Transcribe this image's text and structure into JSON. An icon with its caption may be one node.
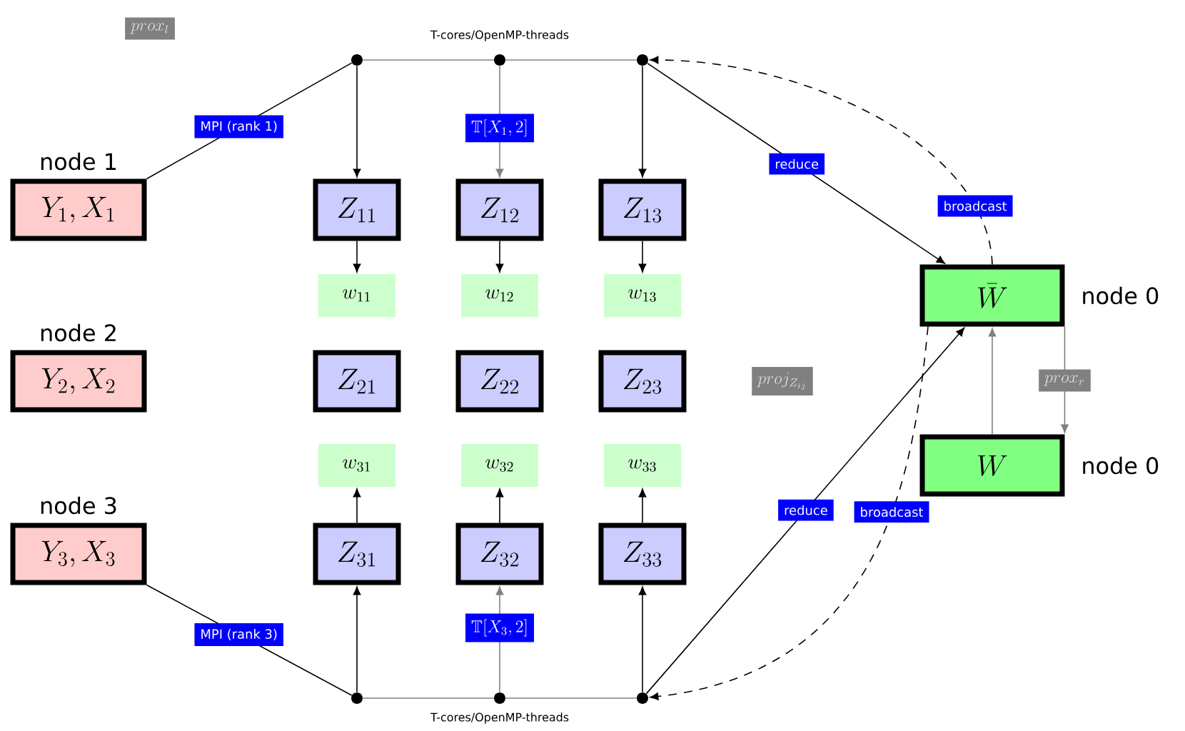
{
  "diagram": {
    "nodes": [
      {
        "text": [],
        "shape": "circle"
      },
      {
        "text": [],
        "shape": "circle"
      },
      {
        "text": [],
        "shape": "circle"
      },
      {
        "text": [
          "Y_1, X_1"
        ],
        "beside": [
          "node 1"
        ]
      },
      {
        "text": [
          "Z_{11}"
        ]
      },
      {
        "text": [
          "Z_{12}"
        ]
      },
      {
        "text": [
          "Z_{13}"
        ]
      },
      {
        "text": [
          "w_{11}"
        ]
      },
      {
        "text": [
          "w_{12}"
        ]
      },
      {
        "text": [
          "w_{13}"
        ]
      },
      {
        "text": [
          "\\bar{W}"
        ],
        "beside": [
          "node 0"
        ]
      },
      {
        "text": [
          "Y_2, X_2"
        ],
        "beside": [
          "node 2"
        ]
      },
      {
        "text": [
          "Z_{21}"
        ]
      },
      {
        "text": [
          "Z_{22}"
        ]
      },
      {
        "text": [
          "Z_{23}"
        ]
      },
      {
        "text": [
          "w_{31}"
        ]
      },
      {
        "text": [
          "w_{32}"
        ]
      },
      {
        "text": [
          "w_{33}"
        ]
      },
      {
        "text": [
          "W"
        ],
        "beside": [
          "node 0"
        ]
      },
      {
        "text": [
          "Y_3, X_3"
        ],
        "beside": [
          "node 3"
        ]
      },
      {
        "text": [
          "Z_{31}"
        ]
      },
      {
        "text": [
          "Z_{32}"
        ]
      },
      {
        "text": [
          "Z_{33}"
        ]
      },
      {
        "text": [],
        "shape": "circle"
      },
      {
        "text": [],
        "shape": "circle"
      },
      {
        "text": [],
        "shape": "circle"
      }
    ],
    "edges": [
      {
        "from": 3,
        "to": 0,
        "arrow": "none",
        "label": "MPI (rank 1)"
      },
      {
        "from": 0,
        "to": 1,
        "arrow": "none",
        "color": "#808080"
      },
      {
        "from": 1,
        "to": 2,
        "arrow": "none",
        "color": "#808080"
      },
      {
        "from": 0,
        "to": 4,
        "arrow": "to"
      },
      {
        "from": 1,
        "to": 5,
        "arrow": "to",
        "color": "#808080",
        "label": "\\mathbb{T}[X_1, 2]"
      },
      {
        "from": 2,
        "to": 6,
        "arrow": "to"
      },
      {
        "from": 4,
        "to": 7,
        "arrow": "to"
      },
      {
        "from": 5,
        "to": 8,
        "arrow": "to"
      },
      {
        "from": 6,
        "to": 9,
        "arrow": "to"
      },
      {
        "from": 2,
        "to": 10,
        "arrow": "to",
        "label": "reduce"
      },
      {
        "from": 10,
        "to": 2,
        "arrow": "to",
        "style": "dashed",
        "label": "broadcast"
      },
      {
        "from": 10,
        "to": 18,
        "arrow": "to",
        "color": "#808080",
        "label": "prox_r"
      },
      {
        "from": 18,
        "to": 10,
        "arrow": "to",
        "color": "#808080"
      },
      {
        "from": 20,
        "to": 15,
        "arrow": "to"
      },
      {
        "from": 21,
        "to": 16,
        "arrow": "to"
      },
      {
        "from": 22,
        "to": 17,
        "arrow": "to"
      },
      {
        "from": 23,
        "to": 20,
        "arrow": "to"
      },
      {
        "from": 24,
        "to": 21,
        "arrow": "to",
        "color": "#808080",
        "label": "\\mathbb{T}[X_3, 2]"
      },
      {
        "from": 25,
        "to": 22,
        "arrow": "to"
      },
      {
        "from": 23,
        "to": 24,
        "arrow": "none",
        "color": "#808080"
      },
      {
        "from": 24,
        "to": 25,
        "arrow": "none",
        "color": "#808080"
      },
      {
        "from": 19,
        "to": 23,
        "arrow": "none",
        "label": "MPI (rank 3)"
      },
      {
        "from": 25,
        "to": 10,
        "arrow": "to",
        "label": "reduce"
      },
      {
        "from": 10,
        "to": 25,
        "arrow": "to",
        "style": "dashed",
        "label": "broadcast"
      }
    ],
    "labels": [
      "prox_l",
      "T-cores/OpenMP-threads",
      "proj_{Z_{ij}}",
      "T-cores/OpenMP-threads"
    ]
  }
}
